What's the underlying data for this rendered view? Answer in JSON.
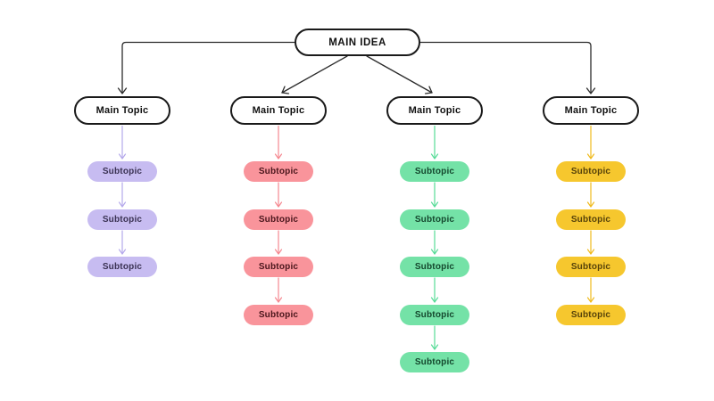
{
  "root": {
    "label": "MAIN IDEA"
  },
  "colors": {
    "background": "#ffffff",
    "connector": "#2b2b2b",
    "node_border": "#1a1a1a",
    "node_bg": "#ffffff"
  },
  "columns": [
    {
      "topic_label": "Main Topic",
      "fill": "#c7bcf1",
      "arrow": "#b5a9eb",
      "text": "#3a3253",
      "subtopics": [
        "Subtopic",
        "Subtopic",
        "Subtopic"
      ]
    },
    {
      "topic_label": "Main Topic",
      "fill": "#f9949b",
      "arrow": "#f5878f",
      "text": "#4a161c",
      "subtopics": [
        "Subtopic",
        "Subtopic",
        "Subtopic",
        "Subtopic"
      ]
    },
    {
      "topic_label": "Main Topic",
      "fill": "#74e2a7",
      "arrow": "#57db97",
      "text": "#14472d",
      "subtopics": [
        "Subtopic",
        "Subtopic",
        "Subtopic",
        "Subtopic",
        "Subtopic"
      ]
    },
    {
      "topic_label": "Main Topic",
      "fill": "#f6c72e",
      "arrow": "#f0bb1d",
      "text": "#56420a",
      "subtopics": [
        "Subtopic",
        "Subtopic",
        "Subtopic",
        "Subtopic"
      ]
    }
  ]
}
